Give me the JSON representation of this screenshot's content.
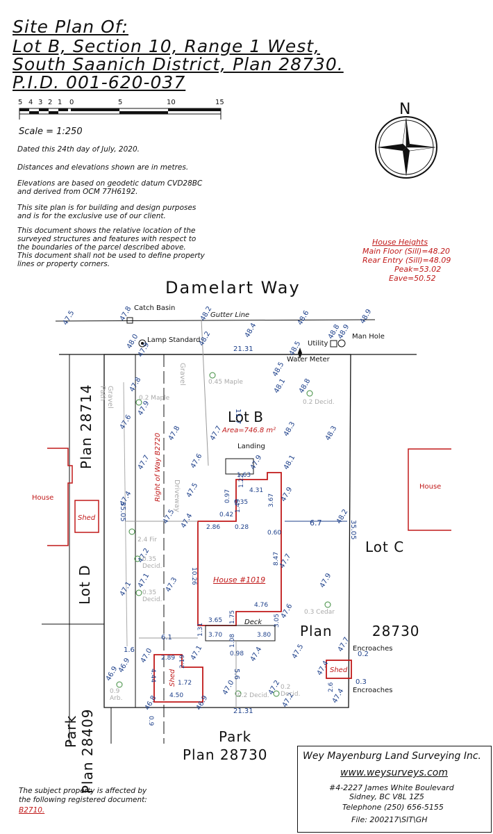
{
  "title": {
    "line1": "Site Plan Of:",
    "line2": "Lot B, Section 10, Range 1 West,",
    "line3": "South Saanich District, Plan 28730.",
    "line4": "P.I.D. 001-620-037"
  },
  "scale_bar": {
    "labels": [
      "5",
      "4",
      "3",
      "2",
      "1",
      "0",
      "5",
      "10",
      "15"
    ],
    "text": "Scale = 1:250"
  },
  "notes": [
    "Dated this 24th day of July, 2020.",
    "Distances and elevations shown are in metres.",
    "Elevations are based on geodetic datum CVD28BC",
    "and derived from OCM 77H6192.",
    "This site plan is for building and design purposes",
    "and is for the exclusive use of our client.",
    "This document shows the relative location of the",
    "surveyed structures and features with respect to",
    "the boundaries of the parcel described above.",
    "This document shall not be used to define property",
    "lines or property corners."
  ],
  "north_arrow": {
    "label": "N"
  },
  "house_heights": {
    "title": "House Heights",
    "main_floor": "Main Floor (Sill)=48.20",
    "rear_entry": "Rear Entry (Sill)=48.09",
    "peak": "Peak=53.02",
    "eave": "Eave=50.52"
  },
  "street": "Damelart Way",
  "plan_labels": {
    "lot_b": "Lot B",
    "area": "Area=746.8 m²",
    "lot_c": "Lot C",
    "lot_d": "Lot D",
    "plan_28714": "Plan 28714",
    "plan_28730": "Plan 28730",
    "park_bottom_1": "Park",
    "park_bottom_2": "Plan 28730",
    "park_left_1": "Park",
    "park_left_2": "Plan 28409",
    "house_1019": "House #1019",
    "house_left": "House",
    "house_right": "House",
    "shed_left": "Shed",
    "shed_bottom": "Shed",
    "shed_right": "Shed",
    "row": "Right of Way B2720",
    "driveway": "Driveway",
    "gravel_1": "Gravel",
    "gravel_path": "Gravel Path",
    "gutter": "Gutter Line",
    "catch_basin": "Catch Basin",
    "lamp": "Lamp Standard",
    "utility": "Utility",
    "man_hole": "Man Hole",
    "water_meter": "Water Meter",
    "landing": "Landing",
    "deck": "Deck",
    "encroaches_1": "Encroaches",
    "encroaches_2": "Encroaches"
  },
  "dimensions": {
    "front": "21.31",
    "rear": "21.31",
    "left_side": "35.05",
    "right_side": "35.05",
    "house_width": "10.26",
    "house_right": "8.47",
    "house_bottom": "4.76",
    "deck_left": "3.70",
    "deck_right": "3.80",
    "house_bl": "3.65",
    "setback_front": "11.7",
    "setback_right": "6.7",
    "setback_left": "6.1",
    "setback_rear": "5.6",
    "d1": "1.63",
    "d2": "4.31",
    "d3": "3.67",
    "d4": "2.86",
    "d5": "0.28",
    "d6": "0.60",
    "d7": "1.49",
    "d8": "0.42",
    "d9": "1.22",
    "d10": "0.35",
    "d11": "0.97",
    "d12": "1.75",
    "d13": "1.08",
    "d14": "0.98",
    "d15": "3.05",
    "d16": "1.31",
    "d17": "1.6",
    "d18": "0.2",
    "d19": "0.3",
    "d20": "2.6",
    "d21": "0.9",
    "shed_w": "2.89",
    "shed_l": "4.44",
    "shed_h": "2.19",
    "shed_b": "4.50",
    "shed_c": "1.72"
  },
  "elevations": [
    "47.5",
    "47.8",
    "48.2",
    "48.4",
    "48.5",
    "48.6",
    "48.9",
    "48.8",
    "48.9",
    "48.0",
    "47.9",
    "48.2",
    "48.5",
    "48.8",
    "47.8",
    "47.9",
    "47.8",
    "48.1",
    "48.3",
    "48.3",
    "48.1",
    "47.6",
    "47.7",
    "47.6",
    "47.7",
    "47.9",
    "47.9",
    "48.2",
    "47.4",
    "47.5",
    "47.4",
    "47.5",
    "47.2",
    "47.1",
    "47.3",
    "47.1",
    "47.9",
    "47.7",
    "47.6",
    "47.5",
    "47.4",
    "47.1",
    "47.0",
    "46.9",
    "46.9",
    "46.8",
    "46.9",
    "47.0",
    "47.2",
    "47.2",
    "47.4",
    "47.4",
    "47.7"
  ],
  "trees": [
    "0.45 Maple",
    "0.2 Maple",
    "0.2 Decid.",
    "2.4 Fir",
    "0.35 Decid.",
    "0.35 Decid.",
    "0.3 Cedar",
    "0.9 Arb.",
    "0.2 Decid.",
    "0.2 Decid."
  ],
  "registered_note": {
    "text1": "The subject property is affected by",
    "text2": "the following registered document:",
    "doc": "B2710."
  },
  "company": {
    "name": "Wey Mayenburg Land Surveying Inc.",
    "web": "www.weysurveys.com",
    "address": "#4-2227 James White Boulevard",
    "city": "Sidney, BC   V8L 1Z5",
    "phone": "Telephone (250) 656-5155",
    "file": "File: 200217\\SIT\\GH"
  },
  "colors": {
    "red": "#c01818",
    "blue": "#1c3f8a",
    "tree": "#3a8a3a"
  }
}
